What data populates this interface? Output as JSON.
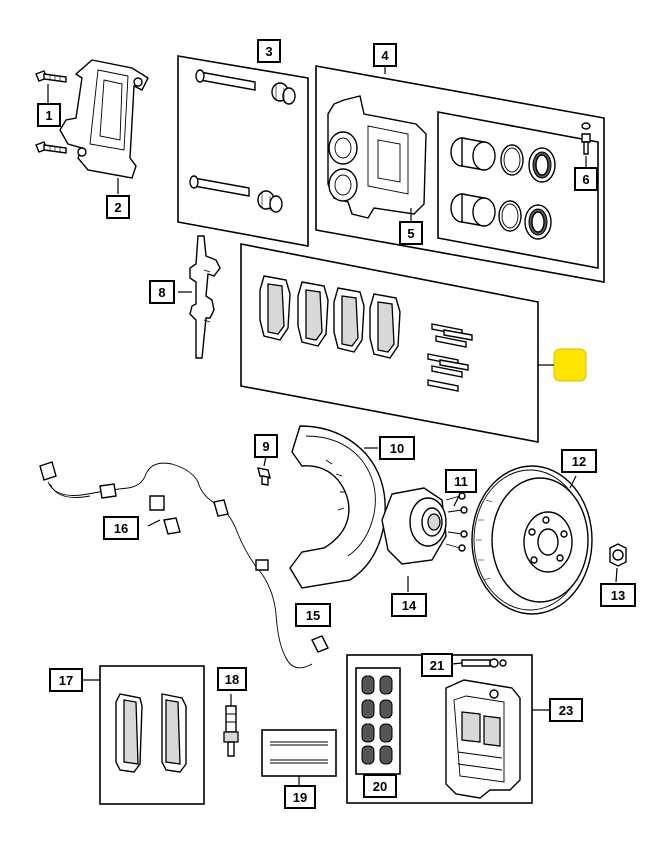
{
  "diagram": {
    "callouts": [
      "1",
      "2",
      "3",
      "4",
      "5",
      "6",
      "8",
      "9",
      "10",
      "11",
      "12",
      "13",
      "14",
      "15",
      "16",
      "17",
      "18",
      "19",
      "20",
      "21",
      "23"
    ],
    "highlight_color": "#FFE400"
  }
}
